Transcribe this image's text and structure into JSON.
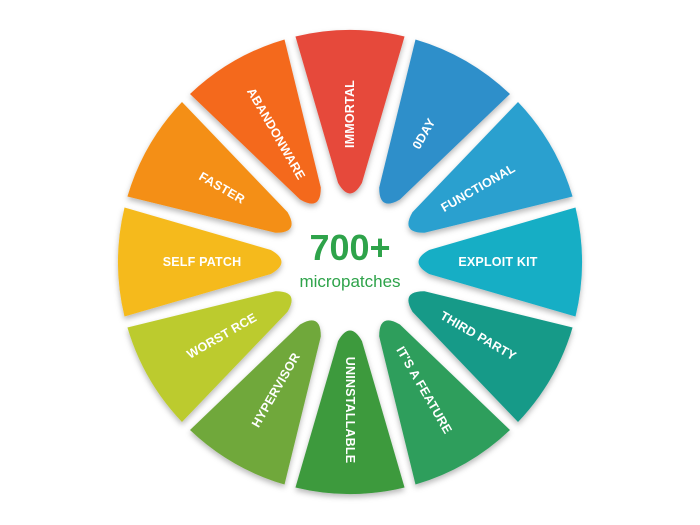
{
  "center": {
    "value": "700+",
    "caption": "micropatches"
  },
  "segments": [
    {
      "label": "IMMORTAL",
      "color": "#e64a3b"
    },
    {
      "label": "0DAY",
      "color": "#2e8fca"
    },
    {
      "label": "FUNCTIONAL",
      "color": "#2aa0cf"
    },
    {
      "label": "EXPLOIT KIT",
      "color": "#14aec5"
    },
    {
      "label": "THIRD PARTY",
      "color": "#139a88"
    },
    {
      "label": "IT'S A FEATURE",
      "color": "#2d9e5c"
    },
    {
      "label": "UNINSTALLABLE",
      "color": "#3c9a3e"
    },
    {
      "label": "HYPERVISOR",
      "color": "#6fa83b"
    },
    {
      "label": "WORST RCE",
      "color": "#bccb2e"
    },
    {
      "label": "SELF PATCH",
      "color": "#f5ba1e"
    },
    {
      "label": "FASTER",
      "color": "#f48f12"
    },
    {
      "label": "ABANDONWARE",
      "color": "#f4691f"
    }
  ]
}
